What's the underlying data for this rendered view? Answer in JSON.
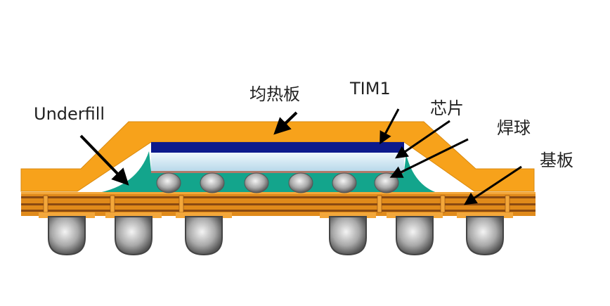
{
  "title": "Flip-chip package cross-section",
  "labels": {
    "underfill": "Underfill",
    "heat_spreader": "均热板",
    "tim1": "TIM1",
    "chip": "芯片",
    "solder_bump": "焊球",
    "substrate": "基板"
  },
  "colors": {
    "lid": "#f7a21b",
    "tim": "#0d1a8c",
    "chip": "#cfe6f2",
    "underfill": "#13a58c",
    "substrate": "#e08a1a",
    "substrate_dark": "#8a4a12",
    "ball": "#b8b8b8"
  }
}
